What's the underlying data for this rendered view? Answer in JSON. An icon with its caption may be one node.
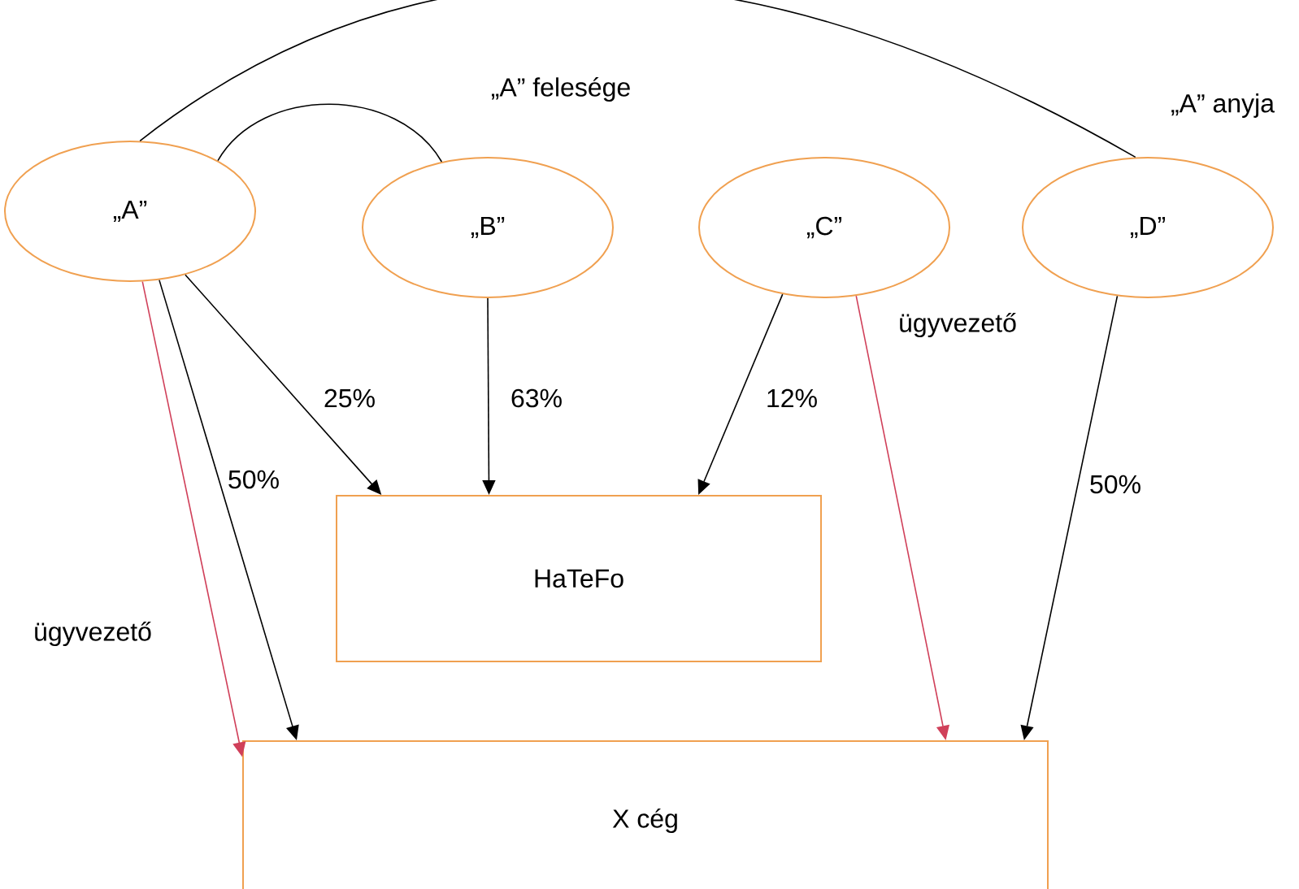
{
  "diagram": {
    "nodes": [
      {
        "text": [
          "„A”"
        ]
      },
      {
        "text": [
          "„B”"
        ]
      },
      {
        "text": [
          "„C”"
        ]
      },
      {
        "text": [
          "„D”"
        ]
      },
      {
        "text": [
          "HaTeFo"
        ]
      },
      {
        "text": [
          "X cég"
        ]
      }
    ],
    "edges": [
      {
        "from": 0,
        "to": 1,
        "arrow": "none",
        "label": "„A” felesége"
      },
      {
        "from": 0,
        "to": 3,
        "arrow": "none",
        "label": "„A” anyja"
      },
      {
        "from": 0,
        "to": 4,
        "arrow": "to",
        "label": "25%"
      },
      {
        "from": 1,
        "to": 4,
        "arrow": "to",
        "label": "63%"
      },
      {
        "from": 2,
        "to": 4,
        "arrow": "to",
        "label": "12%"
      },
      {
        "from": 0,
        "to": 5,
        "arrow": "to",
        "label": "50%"
      },
      {
        "from": 0,
        "to": 5,
        "arrow": "to",
        "label": "ügyvezető",
        "color": "#d0405a"
      },
      {
        "from": 2,
        "to": 5,
        "arrow": "to",
        "label": "ügyvezető",
        "color": "#d0405a"
      },
      {
        "from": 3,
        "to": 5,
        "arrow": "to",
        "label": "50%"
      }
    ]
  }
}
